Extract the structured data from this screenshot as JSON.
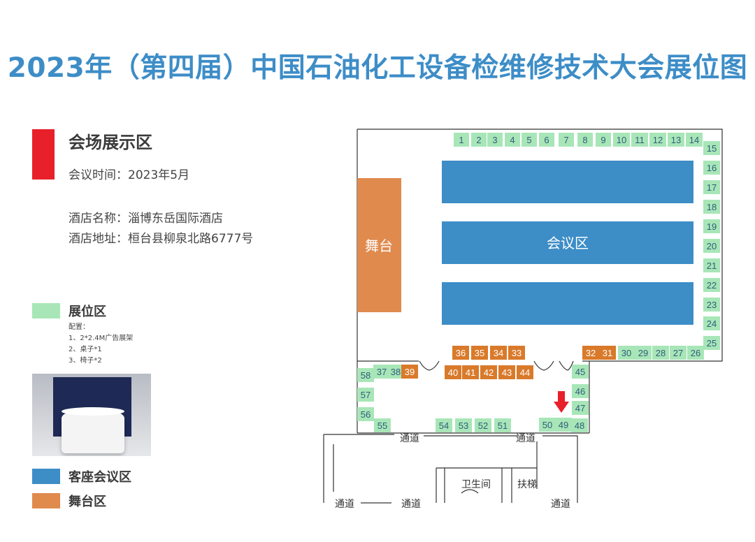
{
  "title": "2023年（第四届）中国石油化工设备检维修技术大会展位图",
  "colors": {
    "title": "#3d8dc7",
    "accent_red": "#e8202a",
    "booth_green": "#a8e6b8",
    "meeting_blue": "#3d8dc7",
    "stage_orange": "#e08a4e",
    "stage_booth": "#d97a2b",
    "arrow": "#e8202a"
  },
  "info": {
    "heading": "会场展示区",
    "time": "会议时间：2023年5月",
    "hotel_name": "酒店名称：淄博东岳国际酒店",
    "hotel_address": "酒店地址：桓台县柳泉北路6777号"
  },
  "legend": {
    "booth": "展位区",
    "config_title": "配置：",
    "config_items": [
      "1、2*2.4M广告展架",
      "2、桌子*1",
      "3、椅子*2"
    ],
    "meeting": "客座会议区",
    "stage": "舞台区"
  },
  "map": {
    "stage_label": "舞台",
    "meeting_label": "会议区",
    "corridor": "通道",
    "restroom": "卫生间",
    "escalator": "扶梯"
  },
  "booths": {
    "green": [
      "1",
      "2",
      "3",
      "4",
      "5",
      "6",
      "7",
      "8",
      "9",
      "10",
      "11",
      "12",
      "13",
      "14",
      "15",
      "16",
      "17",
      "18",
      "19",
      "20",
      "21",
      "22",
      "23",
      "24",
      "25",
      "26",
      "27",
      "28",
      "29",
      "30",
      "37",
      "38",
      "45",
      "46",
      "47",
      "48",
      "49",
      "50",
      "51",
      "52",
      "53",
      "54",
      "55",
      "56",
      "57",
      "58"
    ],
    "orange": [
      "31",
      "32",
      "33",
      "34",
      "35",
      "36",
      "39",
      "40",
      "41",
      "42",
      "43",
      "44"
    ]
  }
}
